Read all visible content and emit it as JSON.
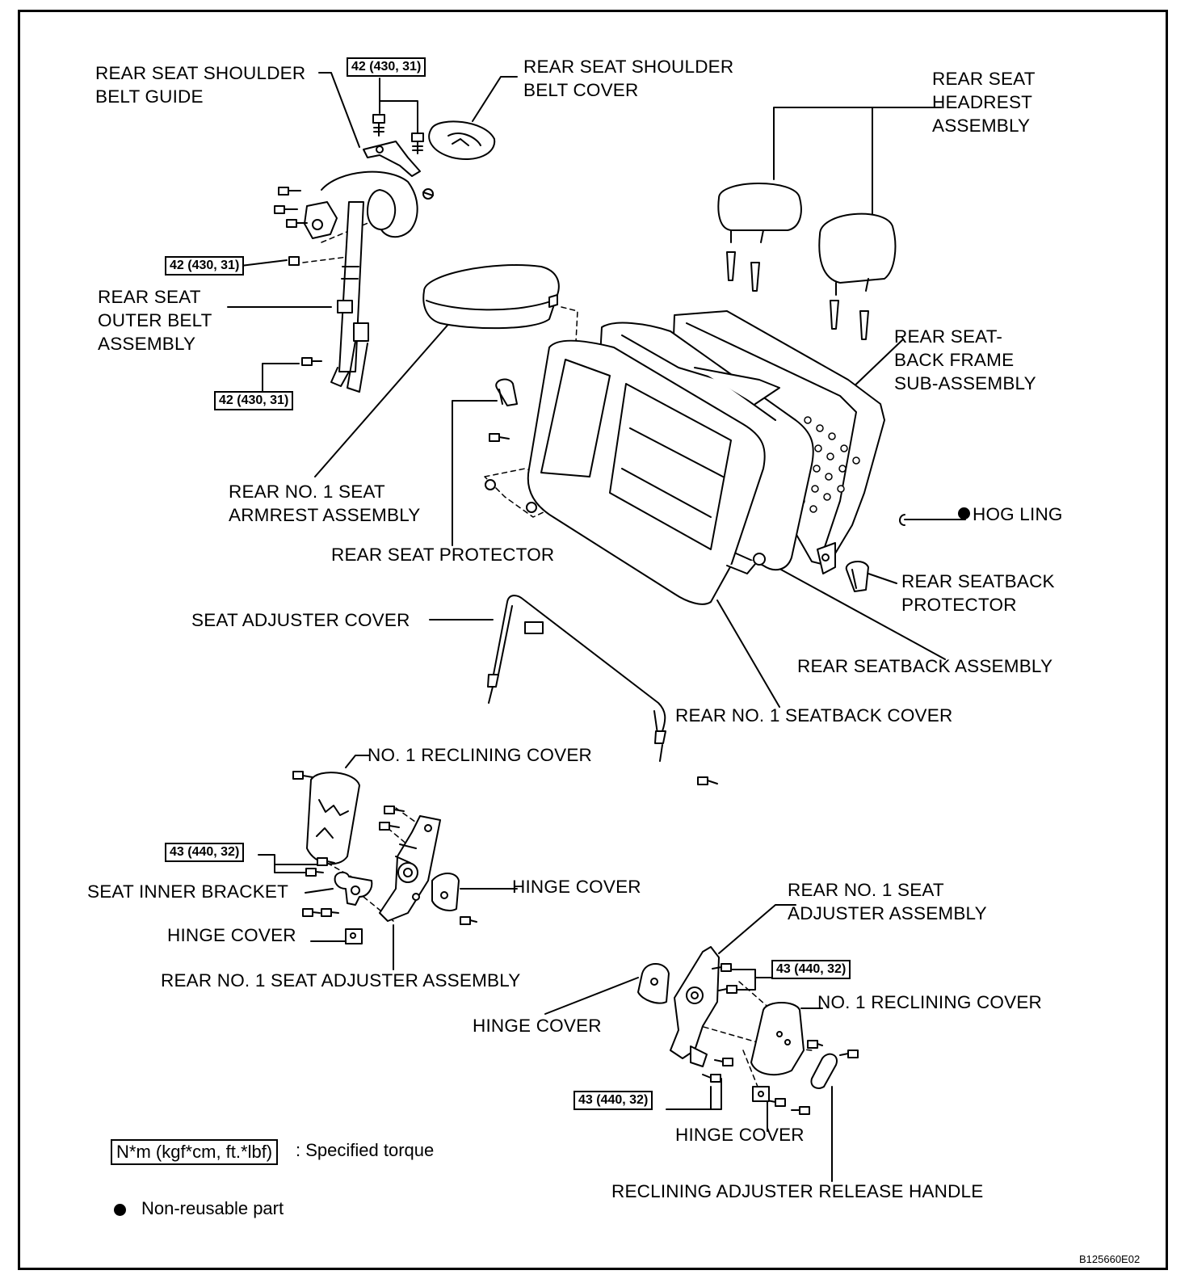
{
  "labels": {
    "shoulder_belt_guide_1": "REAR SEAT SHOULDER",
    "shoulder_belt_guide_2": "BELT GUIDE",
    "shoulder_belt_cover_1": "REAR SEAT SHOULDER",
    "shoulder_belt_cover_2": "BELT COVER",
    "headrest_1": "REAR SEAT",
    "headrest_2": "HEADREST",
    "headrest_3": "ASSEMBLY",
    "outer_belt_1": "REAR SEAT",
    "outer_belt_2": "OUTER BELT",
    "outer_belt_3": "ASSEMBLY",
    "seatback_frame_1": "REAR SEAT-",
    "seatback_frame_2": "BACK FRAME",
    "seatback_frame_3": "SUB-ASSEMBLY",
    "armrest_1": "REAR NO. 1 SEAT",
    "armrest_2": "ARMREST ASSEMBLY",
    "hog_ling": "HOG LING",
    "seat_protector": "REAR SEAT PROTECTOR",
    "seatback_protector_1": "REAR SEATBACK",
    "seatback_protector_2": "PROTECTOR",
    "seat_adjuster_cover": "SEAT ADJUSTER COVER",
    "seatback_assembly": "REAR SEATBACK ASSEMBLY",
    "seatback_cover": "REAR NO. 1 SEATBACK COVER",
    "reclining_cover_left": "NO. 1 RECLINING COVER",
    "hinge_cover_a": "HINGE COVER",
    "seat_inner_bracket": "SEAT INNER BRACKET",
    "hinge_cover_b": "HINGE COVER",
    "adjuster_assembly_left": "REAR NO. 1 SEAT ADJUSTER ASSEMBLY",
    "adjuster_assembly_right_1": "REAR NO. 1 SEAT",
    "adjuster_assembly_right_2": "ADJUSTER ASSEMBLY",
    "reclining_cover_right": "NO. 1 RECLINING COVER",
    "hinge_cover_c": "HINGE COVER",
    "hinge_cover_d": "HINGE COVER",
    "release_handle": "RECLINING ADJUSTER RELEASE HANDLE"
  },
  "torques": {
    "t42": "42 (430, 31)",
    "t43": "43 (440, 32)"
  },
  "legend": {
    "torque_key": "N*m (kgf*cm, ft.*lbf)",
    "torque_desc": ": Specified torque",
    "nonreusable": "Non-reusable part"
  },
  "figure_code": "B125660E02"
}
